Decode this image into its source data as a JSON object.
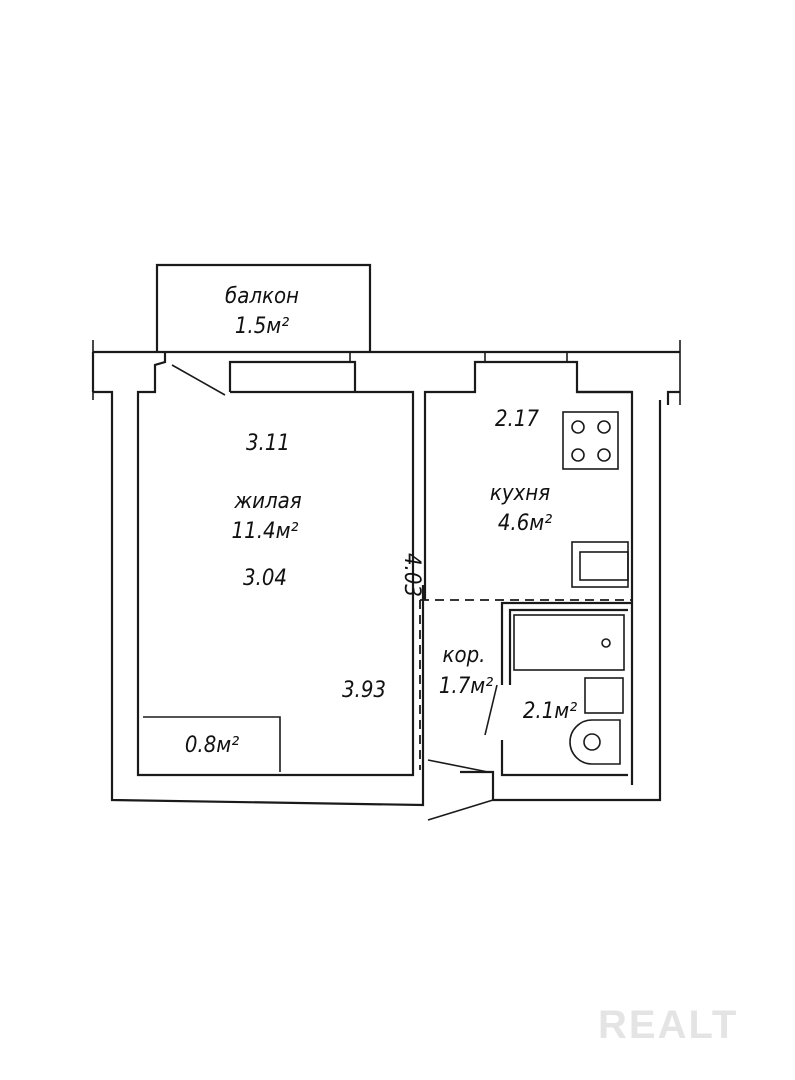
{
  "rooms": {
    "balcony": {
      "name": "балкон",
      "area": "1.5м²"
    },
    "living": {
      "name": "жилая",
      "area": "11.4м²",
      "dim_top": "3.11",
      "dim_mid": "3.04",
      "dim_side": "4.03",
      "dim_bottom": "3.93"
    },
    "kitchen": {
      "name": "кухня",
      "area": "4.6м²",
      "dim_top": "2.17"
    },
    "corridor": {
      "name": "кор.",
      "area": "1.7м²"
    },
    "bathroom": {
      "area": "2.1м²"
    },
    "closet": {
      "area": "0.8м²"
    }
  },
  "watermark": "REALT",
  "colors": {
    "line": "#1a1a1a",
    "background": "#ffffff",
    "watermark": "#e4e4e4"
  }
}
